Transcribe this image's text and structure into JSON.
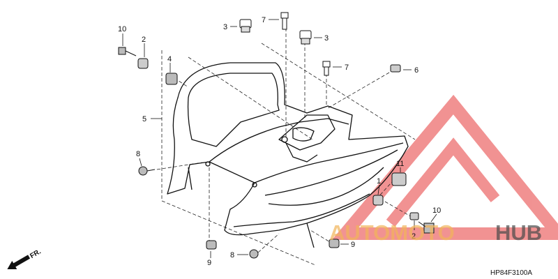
{
  "diagram": {
    "callouts": {
      "c10a": "10",
      "c2a": "2",
      "c4": "4",
      "c5": "5",
      "c8a": "8",
      "c3a": "3",
      "c7a": "7",
      "c3b": "3",
      "c7b": "7",
      "c6": "6",
      "c11": "11",
      "c1": "1",
      "c10b": "10",
      "c2b": "2",
      "c9a": "9",
      "c8b": "8",
      "c9b": "9"
    },
    "direction_label": "FR.",
    "diagram_code": "HP84F3100A"
  },
  "watermark": {
    "word_left": "AUTOMOTO",
    "word_right": "HUB",
    "colors": {
      "brand": "#e63a3a",
      "accent": "#f2b55a",
      "dark": "#4a4a4a"
    }
  }
}
